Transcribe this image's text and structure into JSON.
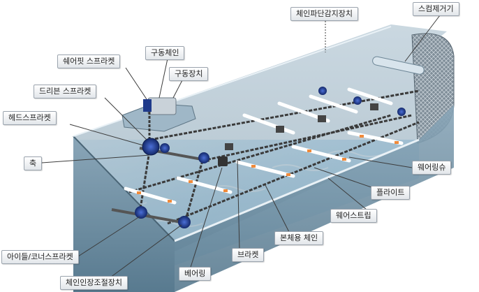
{
  "labels": {
    "chain_break_detector": "체인파단감지장치",
    "scum_remover": "스컴제거기",
    "drive_chain": "구동체인",
    "wear_pit_sprocket": "쉐어핏 스프라켓",
    "drive_unit": "구동장치",
    "driven_sprocket": "드리븐 스프라켓",
    "head_sprocket": "헤드스프라켓",
    "shaft": "축",
    "wearing_shoe": "웨어링슈",
    "flight": "플라이트",
    "wear_strip": "웨어스트립",
    "main_chain": "본체용 체인",
    "bracket": "브라켓",
    "idler_corner_sprocket": "아이들/코너스프라켓",
    "bearing": "베어링",
    "chain_tension_adjuster": "체인인장조절장치"
  },
  "colors": {
    "wall": "#6f8fa3",
    "water": "#cfe6f5",
    "sprocket": "#1f3a8a",
    "chain": "#3a3a3a",
    "flight": "#ffffff",
    "label_border": "#9aa3ad",
    "leader": "#3c3c3c"
  }
}
